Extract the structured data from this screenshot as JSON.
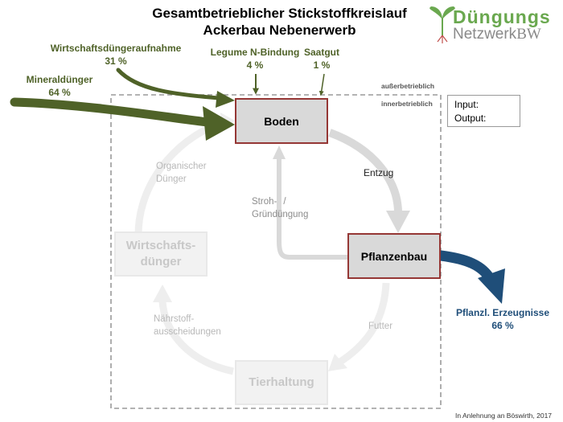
{
  "title": {
    "line1": "Gesamtbetrieblicher Stickstoffkreislauf",
    "line2": "Ackerbau Nebenerwerb"
  },
  "logo": {
    "line1": "Düngungs",
    "line2_a": "Netzwerk",
    "line2_b": "BW",
    "icon": "plant-sprout-icon",
    "colors": {
      "green": "#6aa84f",
      "red_roots": "#c0504d",
      "grey": "#8a8a8a"
    }
  },
  "inputs": {
    "wirtschaftsduenger": {
      "label": "Wirtschaftsdüngeraufnahme",
      "value": "31 %"
    },
    "mineralduenger": {
      "label": "Mineraldünger",
      "value": "64 %"
    },
    "legume": {
      "label": "Legume N-Bindung",
      "value": "4 %"
    },
    "saatgut": {
      "label": "Saatgut",
      "value": "1 %"
    }
  },
  "output": {
    "label": "Pflanzl. Erzeugnisse",
    "value": "66 %"
  },
  "boundary": {
    "outside": "außerbetrieblich",
    "inside": "innerbetrieblich"
  },
  "legend": {
    "input_label": "Input:",
    "output_label": "Output:"
  },
  "nodes": {
    "boden": "Boden",
    "pflanzenbau": "Pflanzenbau",
    "tierhaltung": "Tierhaltung",
    "wirtschaftsduenger_line1": "Wirtschafts-",
    "wirtschaftsduenger_line2": "dünger"
  },
  "flows": {
    "entzug": "Entzug",
    "stroh_line1": "Stroh-",
    "stroh_line2": "/",
    "stroh_line3": "Gründüngung",
    "futter": "Futter",
    "organisch_line1": "Organischer",
    "organisch_line2": "Dünger",
    "naehrstoff_line1": "Nährstoff-",
    "naehrstoff_line2": "ausscheidungen"
  },
  "credit": "In Anlehnung an Böswirth, 2017",
  "colors": {
    "input_green": "#4f6228",
    "output_blue": "#1f4e79",
    "box_border": "#953735",
    "box_fill": "#d9d9d9",
    "inactive_grey": "#c8c8c8",
    "flow_grey": "#d5d5d5"
  }
}
